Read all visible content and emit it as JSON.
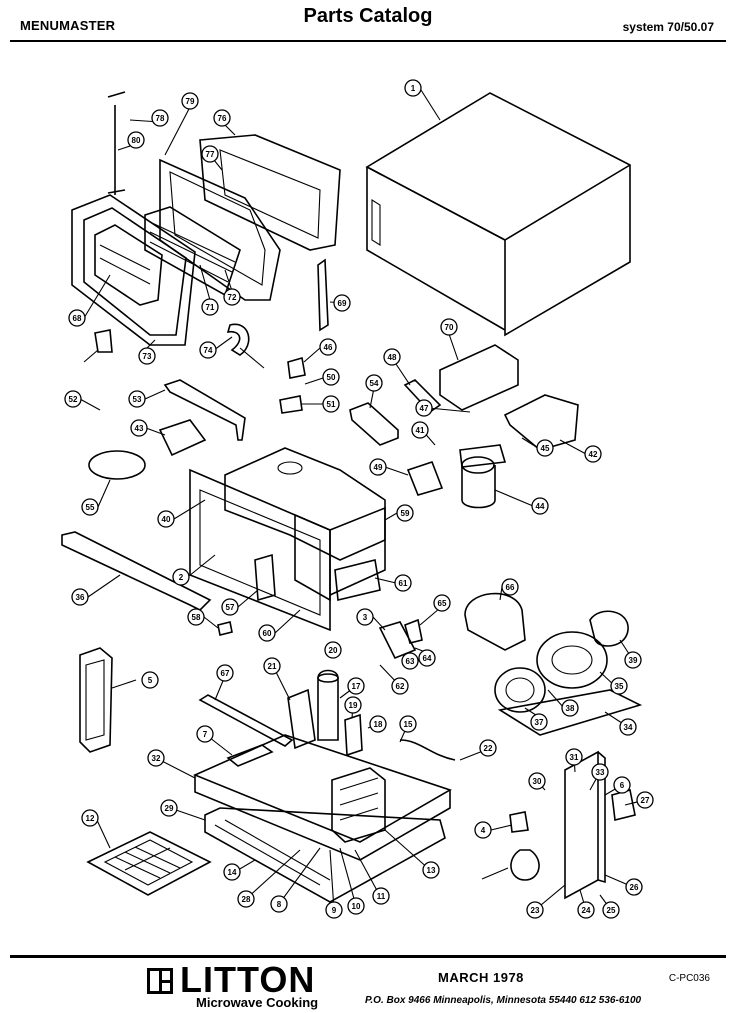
{
  "header": {
    "brand": "MENUMASTER",
    "title": "Parts Catalog",
    "system": "system 70/50.07"
  },
  "callouts": [
    "1",
    "78",
    "79",
    "76",
    "80",
    "77",
    "71",
    "72",
    "68",
    "73",
    "74",
    "69",
    "70",
    "46",
    "50",
    "51",
    "52",
    "53",
    "54",
    "48",
    "47",
    "41",
    "43",
    "55",
    "49",
    "45",
    "42",
    "44",
    "40",
    "59",
    "36",
    "2",
    "61",
    "57",
    "60",
    "58",
    "3",
    "65",
    "64",
    "63",
    "62",
    "66",
    "39",
    "35",
    "38",
    "37",
    "34",
    "5",
    "67",
    "21",
    "20",
    "17",
    "19",
    "18",
    "15",
    "22",
    "7",
    "32",
    "31",
    "33",
    "30",
    "6",
    "29",
    "27",
    "4",
    "12",
    "14",
    "13",
    "11",
    "10",
    "9",
    "8",
    "28",
    "26",
    "25",
    "24",
    "23"
  ],
  "footer": {
    "logo_word": "LITTON",
    "logo_sub": "Microwave Cooking",
    "date": "MARCH 1978",
    "code": "C-PC036",
    "address": "P.O. Box 9466   Minneapolis, Minnesota 55440   612  536-6100"
  }
}
